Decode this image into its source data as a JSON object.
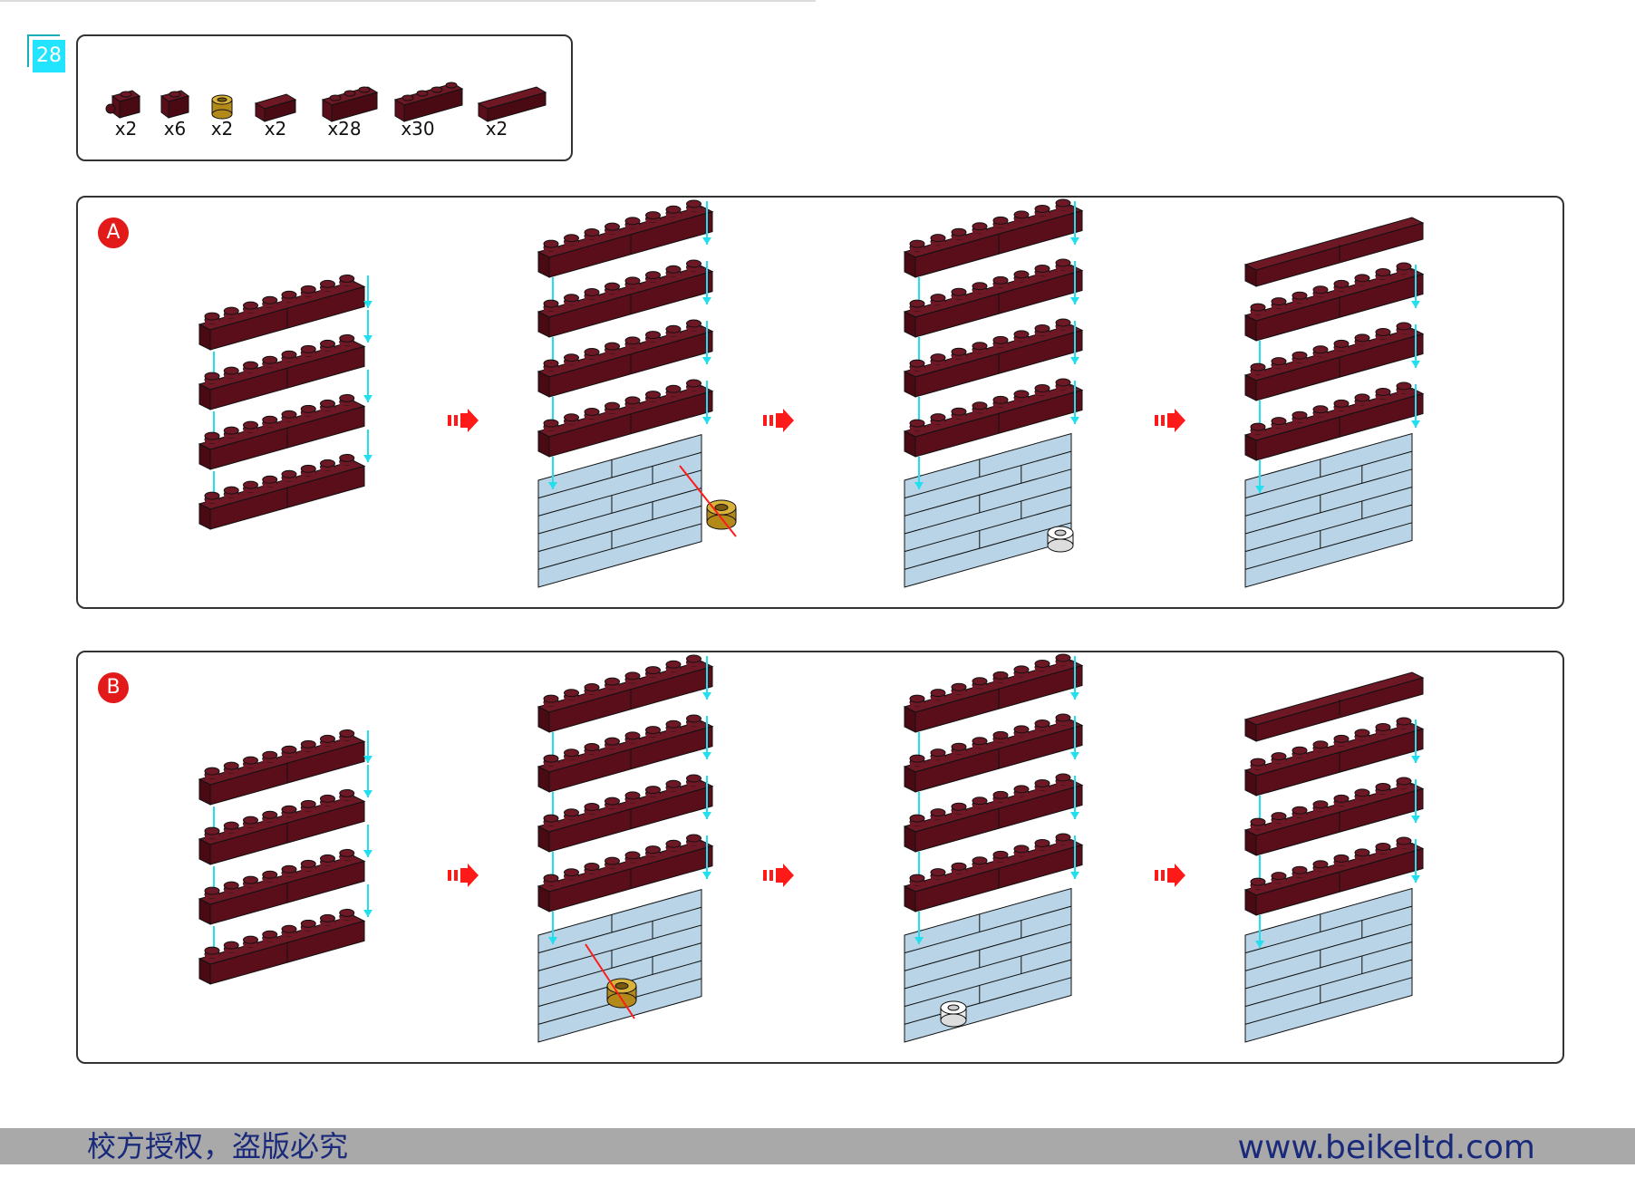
{
  "page": {
    "number": "28"
  },
  "parts": [
    {
      "icon": "brick-1x1-side-stud-icon",
      "qty": "x2"
    },
    {
      "icon": "brick-1x1-icon",
      "qty": "x6"
    },
    {
      "icon": "round-tile-gold-icon",
      "qty": "x2"
    },
    {
      "icon": "tile-1x2-icon",
      "qty": "x2"
    },
    {
      "icon": "brick-1x3-icon",
      "qty": "x28"
    },
    {
      "icon": "brick-1x4-icon",
      "qty": "x30"
    },
    {
      "icon": "tile-1x4-icon",
      "qty": "x2"
    }
  ],
  "steps": [
    {
      "label": "A"
    },
    {
      "label": "B"
    }
  ],
  "colors": {
    "brick": "#5a0e1a",
    "brick_top": "#6e1826",
    "wall": "#b8d4e6",
    "gold": "#c9a227",
    "guide": "#22dff0",
    "arrow": "#ff1a1a",
    "footer_text": "#1a2a7a"
  },
  "footer": {
    "left_text": "校方授权，盗版必究",
    "right_text": "www.beikeltd.com"
  }
}
